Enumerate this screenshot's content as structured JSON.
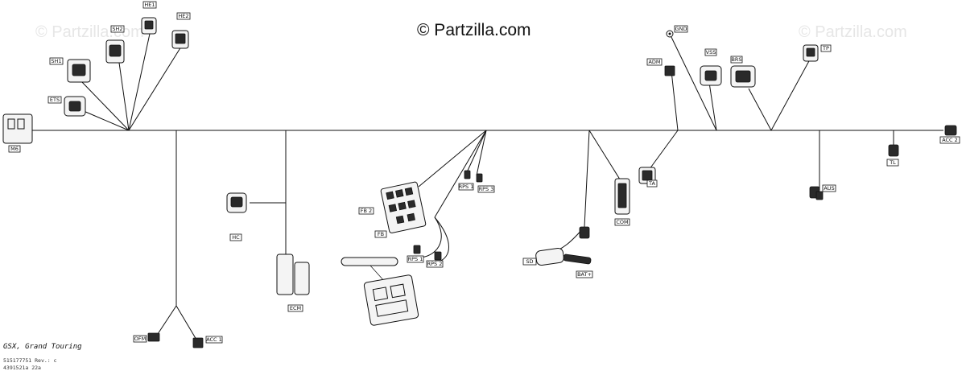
{
  "watermarks": {
    "left": "© Partzilla.com",
    "right": "© Partzilla.com"
  },
  "copyright": "© Partzilla.com",
  "model": "GSX, Grand Touring",
  "doc_refs": [
    "515177751 Rev.: c",
    "4391521a 22a"
  ],
  "connectors": {
    "m6": "M6",
    "sh1": "SH1",
    "sh2": "SH2",
    "he1": "HE1",
    "he2": "HE2",
    "ets": "ETS",
    "hc": "HC",
    "ecm": "ECM",
    "ofm": "OFM",
    "acc1": "ACC 1",
    "fb2": "FB 2",
    "fb": "FB",
    "rps1": "RPS 1",
    "rps2": "RPS 2",
    "rps3": "RPS 3",
    "rps_a": "RPS 1",
    "sd": "SD",
    "bat": "BAT+",
    "com": "COM",
    "ta": "TA",
    "adm": "ADM",
    "gnd": "GND",
    "vss": "VSS",
    "brs": "BRS",
    "tp": "TP",
    "acc2": "ACC 2",
    "tl": "TL",
    "aus": "AUS"
  }
}
